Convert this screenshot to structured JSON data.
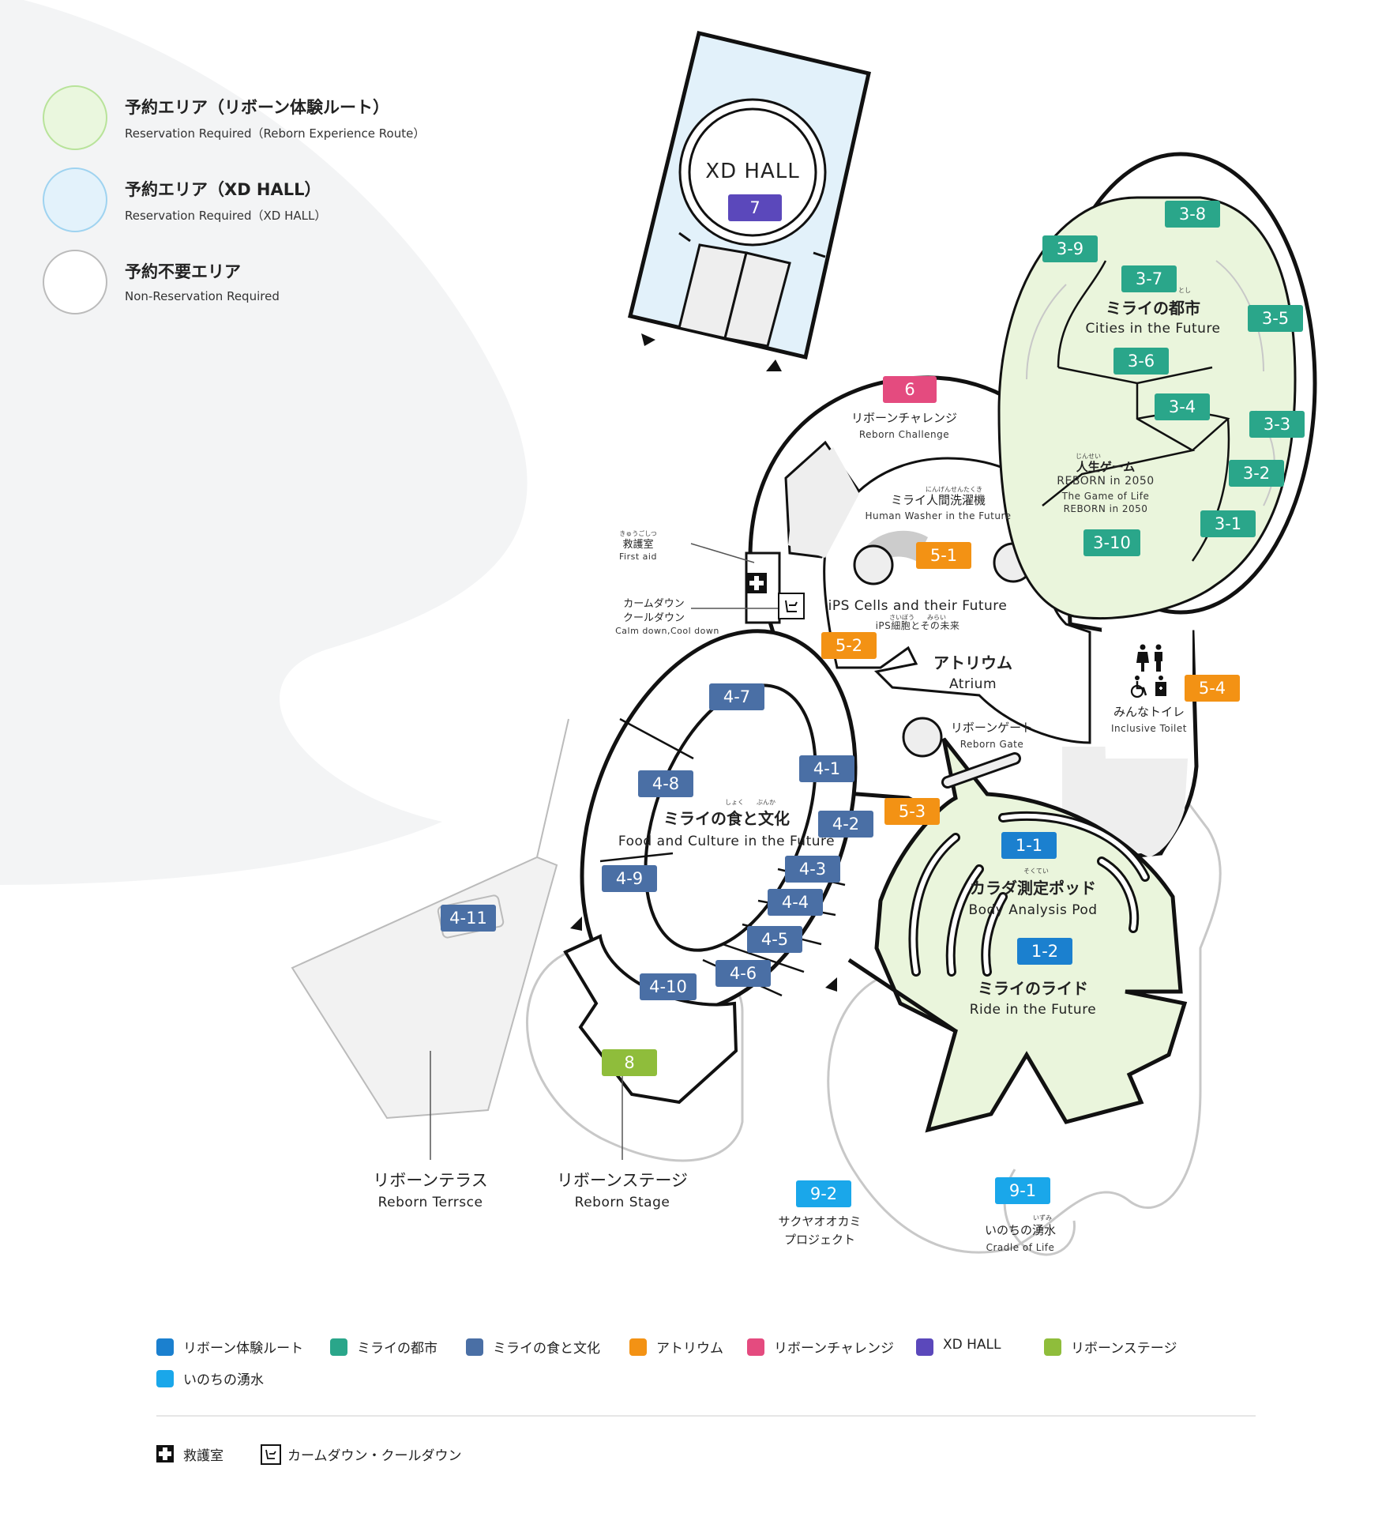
{
  "legend_areas": [
    {
      "title": "予約エリア（リボーン体験ルート）",
      "subtitle": "Reservation Required（Reborn Experience Route）",
      "fill": "#eaf7de",
      "stroke": "#b8e39a"
    },
    {
      "title": "予約エリア（XD HALL）",
      "subtitle": "Reservation Required（XD HALL）",
      "fill": "#e3f2fb",
      "stroke": "#9fd3f0"
    },
    {
      "title": "予約不要エリア",
      "subtitle": "Non-Reservation Required",
      "fill": "#ffffff",
      "stroke": "#bbbbbb"
    }
  ],
  "colors": {
    "reborn_route": "#1b80cf",
    "cities": "#2aa68a",
    "food": "#4a6fa5",
    "atrium": "#f39214",
    "challenge": "#e44b7f",
    "xd_hall": "#5b48bb",
    "stage": "#8fbd3b",
    "cradle": "#1aa7ea",
    "area_green": "#eaf5dc",
    "area_blue": "#e2f1fa",
    "area_gray": "#eeeeee",
    "path_gray": "#c8c8c8",
    "outline": "#111111"
  },
  "badges": [
    {
      "id": "b7",
      "text": "7",
      "color_key": "xd_hall"
    },
    {
      "id": "b6",
      "text": "6",
      "color_key": "challenge"
    },
    {
      "id": "b3-8",
      "text": "3-8",
      "color_key": "cities"
    },
    {
      "id": "b3-9",
      "text": "3-9",
      "color_key": "cities"
    },
    {
      "id": "b3-7",
      "text": "3-7",
      "color_key": "cities"
    },
    {
      "id": "b3-5",
      "text": "3-5",
      "color_key": "cities"
    },
    {
      "id": "b3-6",
      "text": "3-6",
      "color_key": "cities"
    },
    {
      "id": "b3-4",
      "text": "3-4",
      "color_key": "cities"
    },
    {
      "id": "b3-3",
      "text": "3-3",
      "color_key": "cities"
    },
    {
      "id": "b3-2",
      "text": "3-2",
      "color_key": "cities"
    },
    {
      "id": "b3-1",
      "text": "3-1",
      "color_key": "cities"
    },
    {
      "id": "b3-10",
      "text": "3-10",
      "color_key": "cities"
    },
    {
      "id": "b5-1",
      "text": "5-1",
      "color_key": "atrium"
    },
    {
      "id": "b5-2",
      "text": "5-2",
      "color_key": "atrium"
    },
    {
      "id": "b5-3",
      "text": "5-3",
      "color_key": "atrium"
    },
    {
      "id": "b5-4",
      "text": "5-4",
      "color_key": "atrium"
    },
    {
      "id": "b4-7",
      "text": "4-7",
      "color_key": "food"
    },
    {
      "id": "b4-1",
      "text": "4-1",
      "color_key": "food"
    },
    {
      "id": "b4-8",
      "text": "4-8",
      "color_key": "food"
    },
    {
      "id": "b4-2",
      "text": "4-2",
      "color_key": "food"
    },
    {
      "id": "b4-9",
      "text": "4-9",
      "color_key": "food"
    },
    {
      "id": "b4-3",
      "text": "4-3",
      "color_key": "food"
    },
    {
      "id": "b4-4",
      "text": "4-4",
      "color_key": "food"
    },
    {
      "id": "b4-5",
      "text": "4-5",
      "color_key": "food"
    },
    {
      "id": "b4-6",
      "text": "4-6",
      "color_key": "food"
    },
    {
      "id": "b4-10",
      "text": "4-10",
      "color_key": "food"
    },
    {
      "id": "b4-11",
      "text": "4-11",
      "color_key": "food"
    },
    {
      "id": "b1-1",
      "text": "1-1",
      "color_key": "reborn_route"
    },
    {
      "id": "b1-2",
      "text": "1-2",
      "color_key": "reborn_route"
    },
    {
      "id": "b8",
      "text": "8",
      "color_key": "stage"
    },
    {
      "id": "b9-2",
      "text": "9-2",
      "color_key": "cradle"
    },
    {
      "id": "b9-1",
      "text": "9-1",
      "color_key": "cradle"
    }
  ],
  "labels": {
    "xd_hall": "XD HALL",
    "challenge_jp": "リボーンチャレンジ",
    "challenge_en": "Reborn Challenge",
    "cities_ruby": "とし",
    "cities_jp": "ミライの都市",
    "cities_en": "Cities in the Future",
    "life_ruby": "じんせい",
    "life_jp": "人生ゲーム",
    "life_en1": "REBORN in 2050",
    "life_en2": "The Game of Life",
    "life_en3": "REBORN in 2050",
    "washer_ruby": "にんげんせんたくき",
    "washer_jp": "ミライ人間洗濯機",
    "washer_en": "Human Washer in the Future",
    "ips_en": "iPS Cells and their Future",
    "ips_ruby": "さいぼう　　みらい",
    "ips_jp": "iPS細胞とその未来",
    "firstaid_ruby": "きゅうごしつ",
    "firstaid_jp": "救護室",
    "firstaid_en": "First aid",
    "calm_jp1": "カームダウン",
    "calm_jp2": "クールダウン",
    "calm_en": "Calm down,Cool down",
    "atrium_jp": "アトリウム",
    "atrium_en": "Atrium",
    "toilet_jp": "みんなトイレ",
    "toilet_en": "Inclusive Toilet",
    "gate_jp": "リボーンゲート",
    "gate_en": "Reborn Gate",
    "food_ruby": "しょく　　ぶんか",
    "food_jp": "ミライの食と文化",
    "food_en": "Food and Culture in the Future",
    "body_ruby": "そくてい",
    "body_jp": "カラダ測定ポッド",
    "body_en": "Body Analysis Pod",
    "ride_jp": "ミライのライド",
    "ride_en": "Ride in the Future",
    "terrace_jp": "リボーンテラス",
    "terrace_en": "Reborn Terrsce",
    "stage_jp": "リボーンステージ",
    "stage_en": "Reborn Stage",
    "wolf_jp1": "サクヤオオカミ",
    "wolf_jp2": "プロジェクト",
    "cradle_ruby": "いずみ",
    "cradle_jp": "いのちの湧水",
    "cradle_en": "Cradle of Life"
  },
  "color_key": [
    {
      "label": "リボーン体験ルート",
      "color_key": "reborn_route"
    },
    {
      "label": "ミライの都市",
      "color_key": "cities"
    },
    {
      "label": "ミライの食と文化",
      "color_key": "food"
    },
    {
      "label": "アトリウム",
      "color_key": "atrium"
    },
    {
      "label": "リボーンチャレンジ",
      "color_key": "challenge"
    },
    {
      "label": "XD HALL",
      "color_key": "xd_hall"
    },
    {
      "label": "リボーンステージ",
      "color_key": "stage"
    },
    {
      "label": "いのちの湧水",
      "color_key": "cradle"
    }
  ],
  "facility_key": [
    {
      "label": "救護室",
      "icon": "first-aid-cross-icon"
    },
    {
      "label": "カームダウン・クールダウン",
      "icon": "calm-down-room-icon"
    }
  ]
}
